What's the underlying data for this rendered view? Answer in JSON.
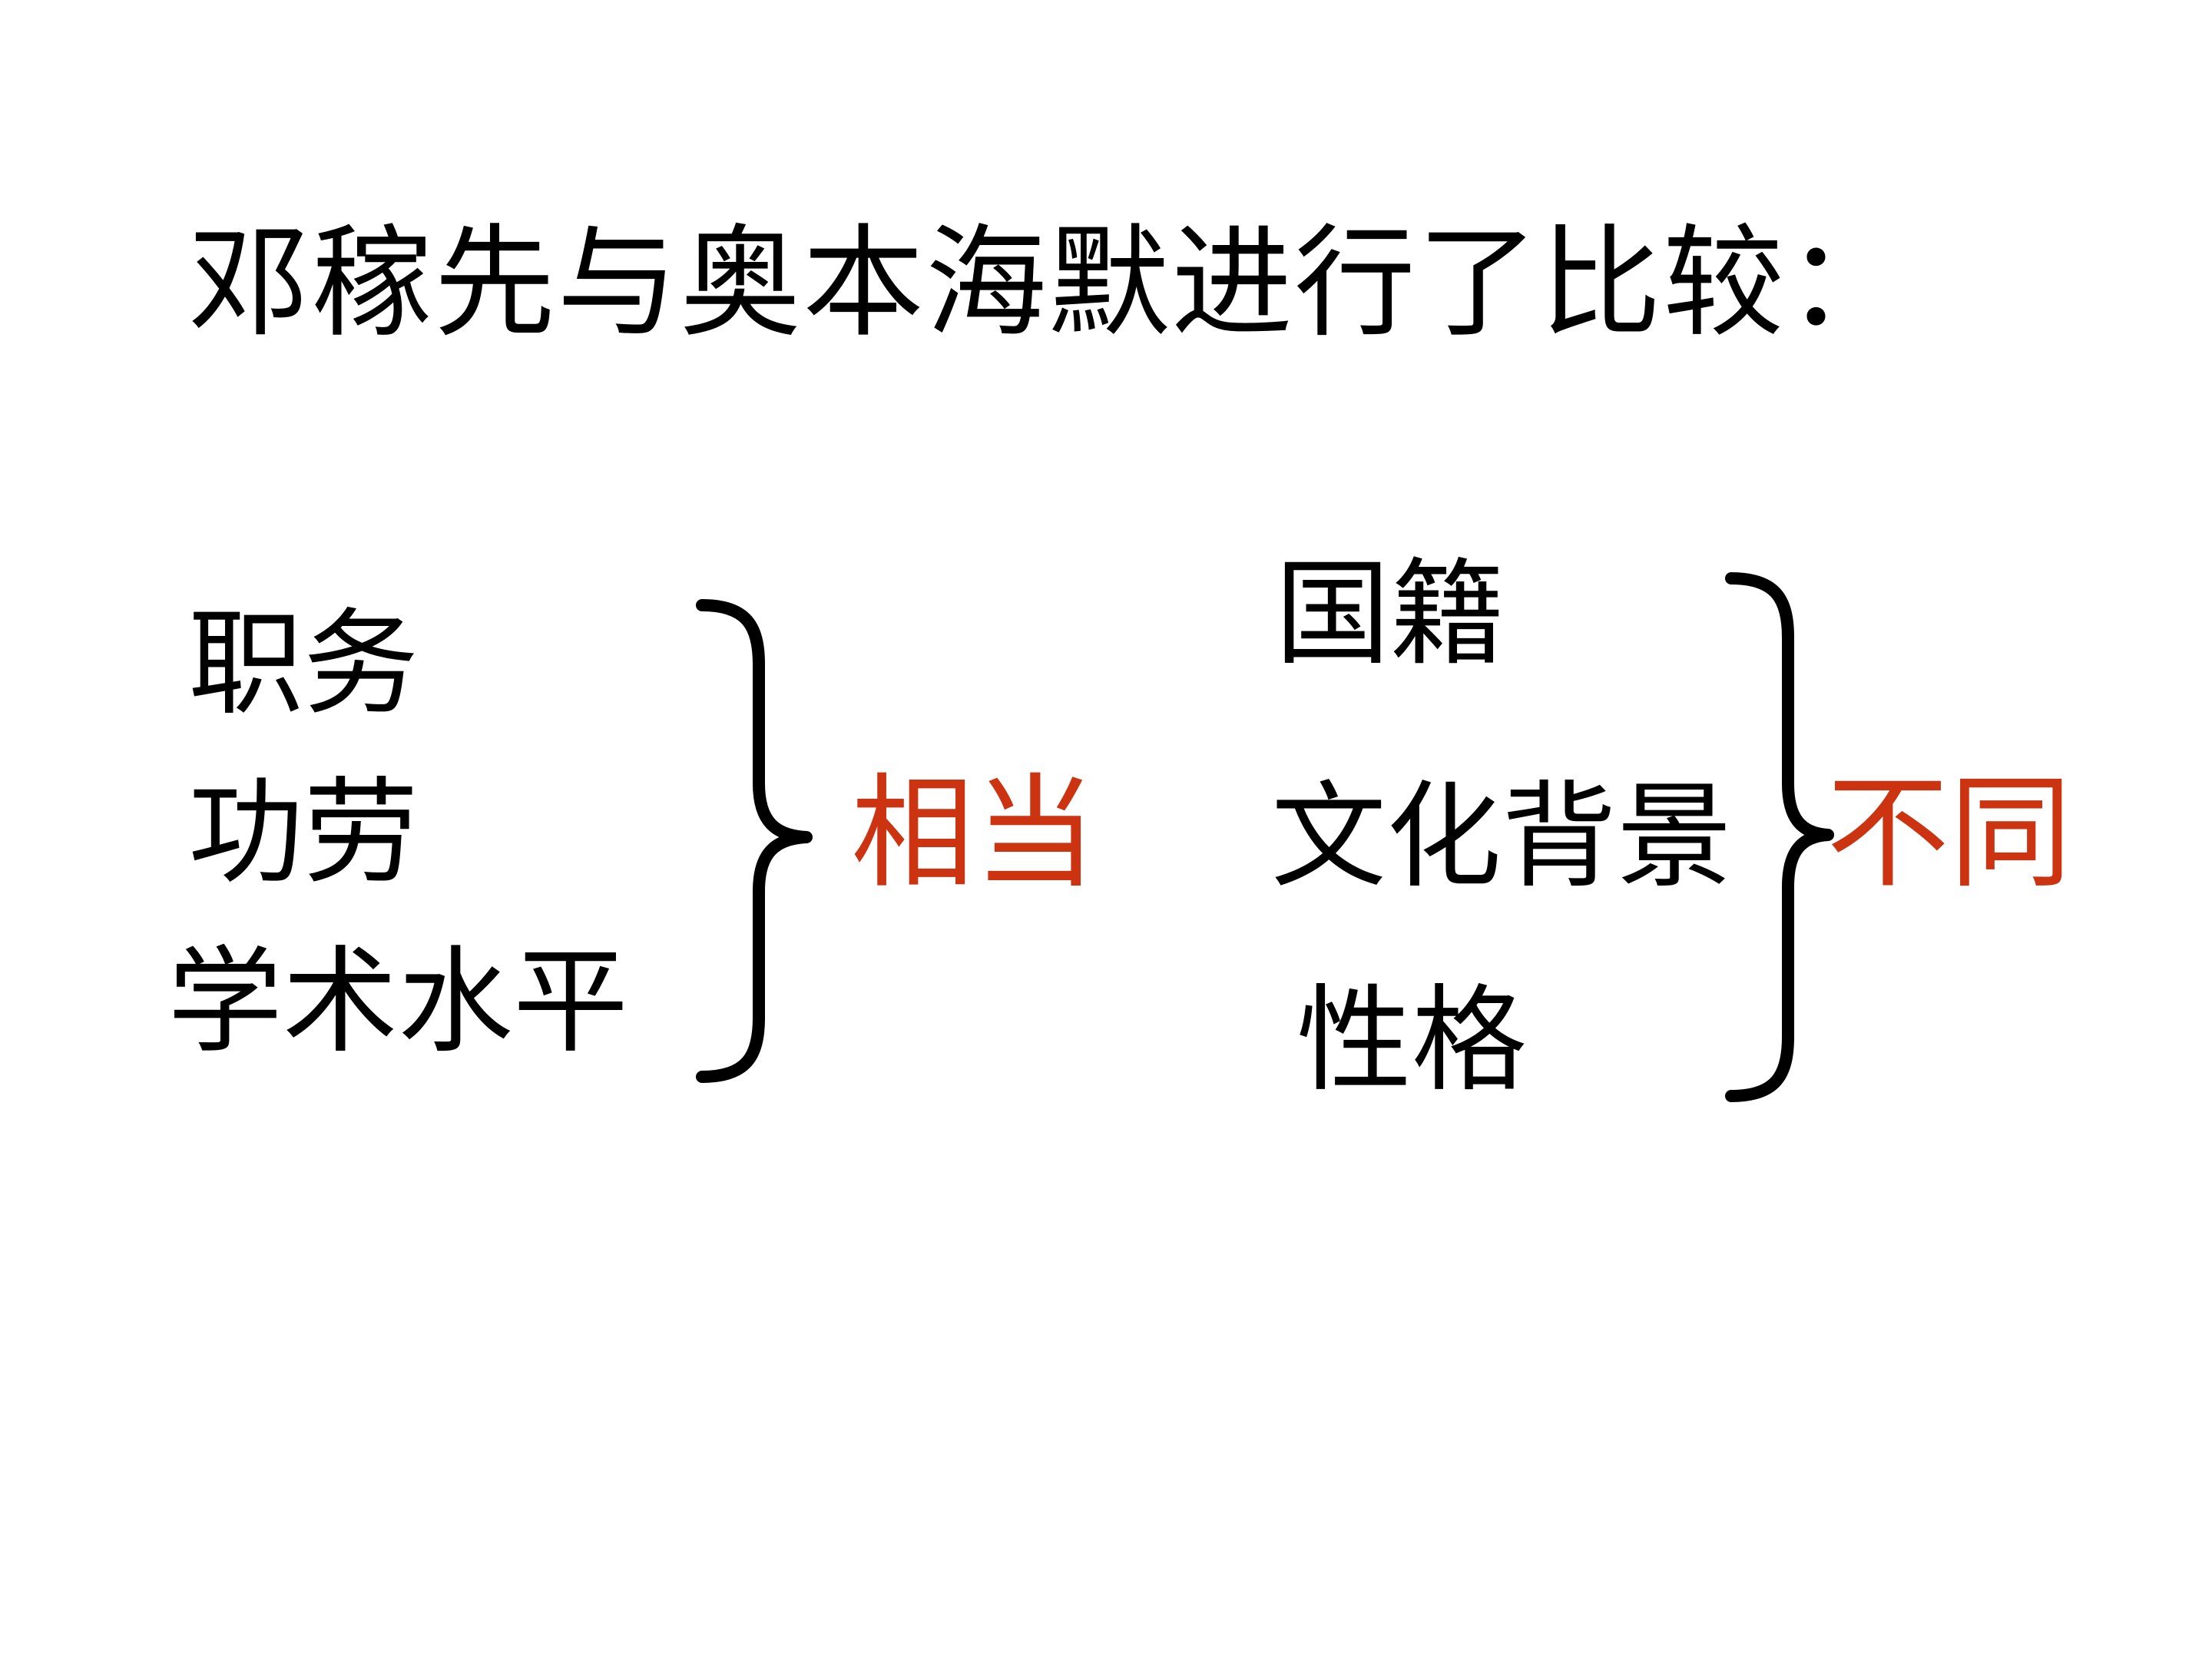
{
  "title": "邓稼先与奥本海默进行了比较：",
  "left_group": {
    "items": [
      "职务",
      "功劳",
      "学术水平"
    ],
    "result": "相当"
  },
  "right_group": {
    "items": [
      "国籍",
      "文化背景",
      "性格"
    ],
    "result": "不同"
  },
  "colors": {
    "text": "#000000",
    "accent": "#cc3311",
    "background": "#ffffff"
  }
}
